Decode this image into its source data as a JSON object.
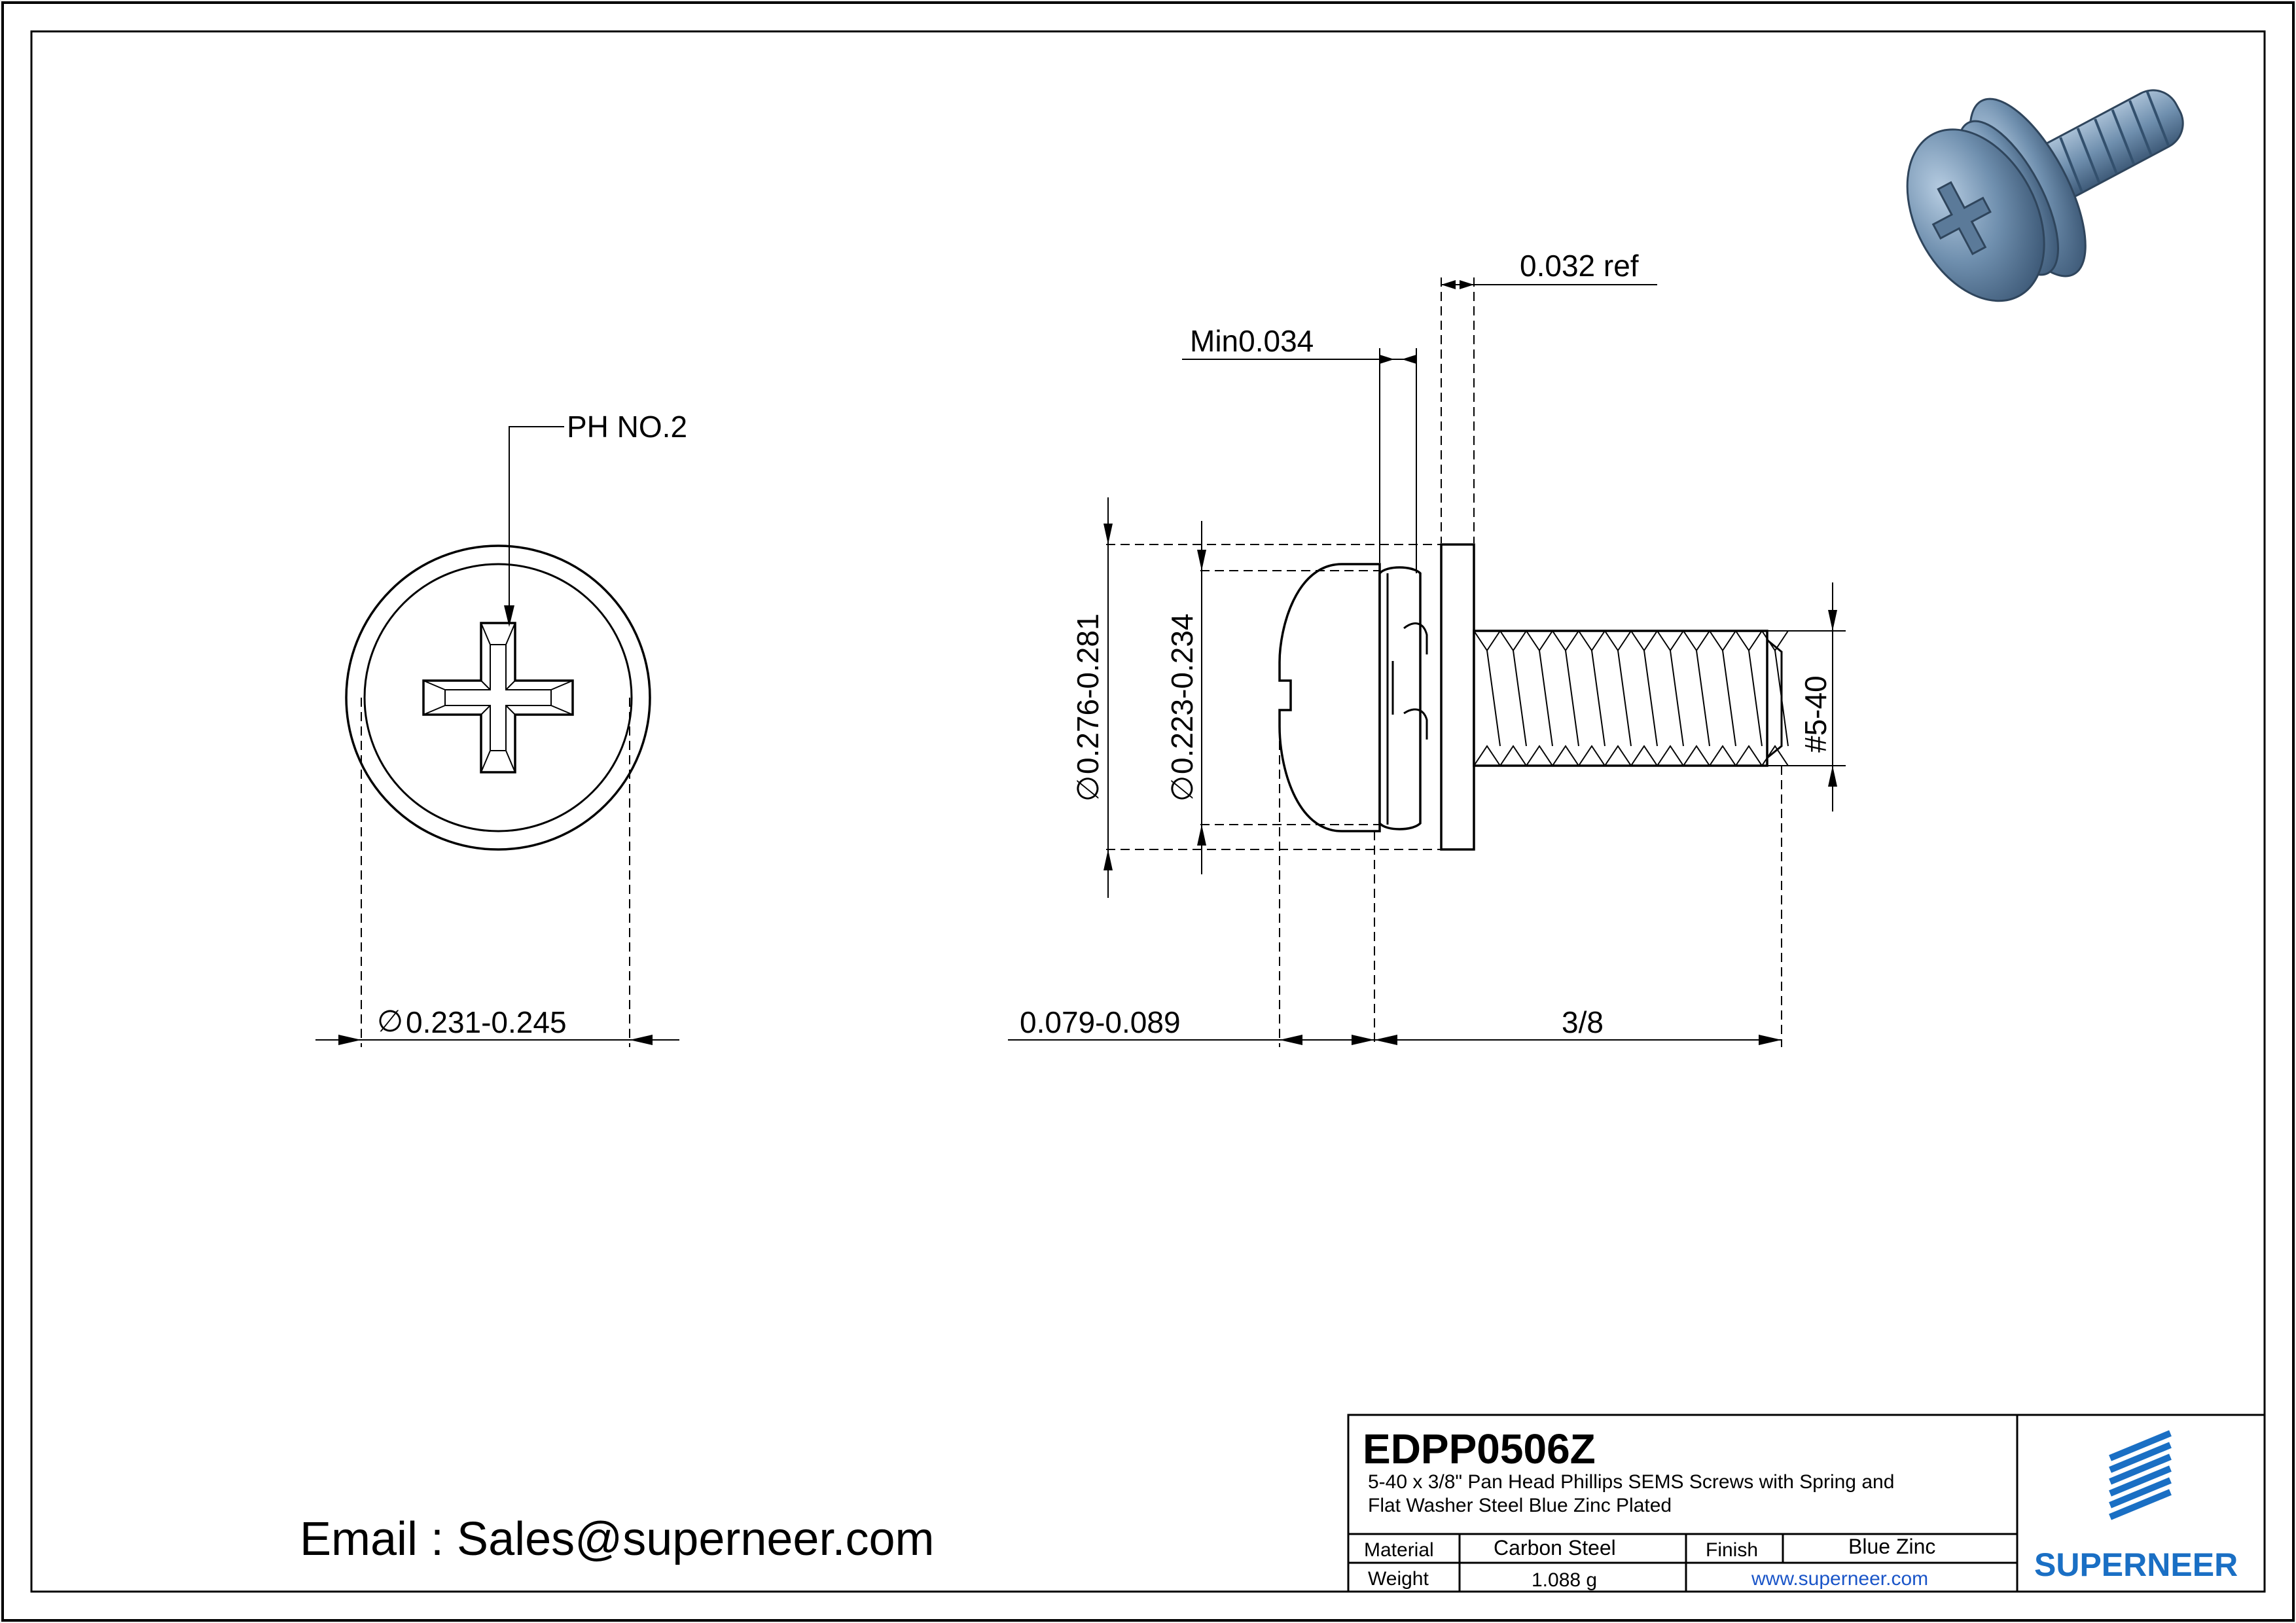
{
  "views": {
    "end_view": {
      "drive_callout": "PH NO.2",
      "diameter_symbol": "∅",
      "head_diameter": "0.231-0.245"
    },
    "side_view": {
      "washer_thickness": "0.032 ref",
      "spring_washer_thickness": "Min0.034",
      "diameter_symbol": "∅",
      "washer_diameter": "0.276-0.281",
      "spring_washer_diameter": "0.223-0.234",
      "head_height": "0.079-0.089",
      "length": "3/8",
      "thread_size": "#5-40"
    }
  },
  "contact": {
    "email": "Email : Sales@superneer.com"
  },
  "title_block": {
    "part_number": "EDPP0506Z",
    "description_line1": "5-40 x 3/8\" Pan Head Phillips SEMS Screws with Spring and",
    "description_line2": "Flat Washer Steel Blue Zinc Plated",
    "material_label": "Material",
    "material_value": "Carbon Steel",
    "finish_label": "Finish",
    "finish_value": "Blue Zinc",
    "weight_label": "Weight",
    "weight_value": "1.088 g",
    "website": "www.superneer.com",
    "brand": "SUPERNEER",
    "brand_color": "#1a6fc4",
    "link_color": "#1a55c8"
  },
  "render_3d": {
    "color": "#6f8fae",
    "icon": "screw-3d-render"
  }
}
